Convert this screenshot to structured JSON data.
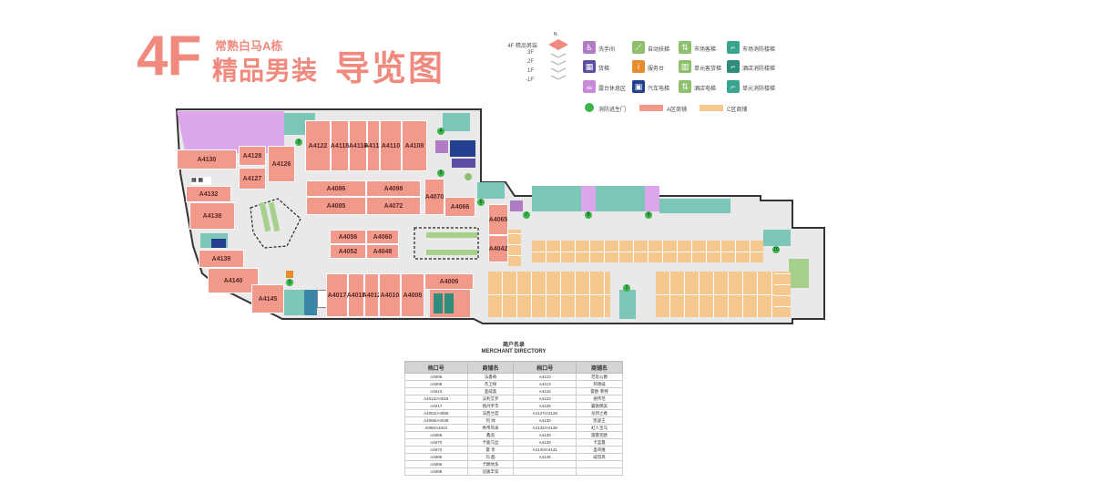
{
  "title": {
    "floor": "4F",
    "building": "常熟白马A栋",
    "category": "精品男装",
    "guide": "导览图"
  },
  "compass": "N",
  "floors": [
    "4F 精品男装",
    "3F",
    "2F",
    "1F",
    "-1F"
  ],
  "legend": {
    "items": [
      {
        "label": "洗手间",
        "icon": "restroom-icon",
        "color": "#b07cc6"
      },
      {
        "label": "自动扶梯",
        "icon": "escalator-icon",
        "color": "#8fc06d"
      },
      {
        "label": "市场客梯",
        "icon": "elevator-icon",
        "color": "#8fc06d"
      },
      {
        "label": "市场消防楼梯",
        "icon": "fire-stairs-icon",
        "color": "#3aa58f"
      },
      {
        "label": "货梯",
        "icon": "freight-elevator-icon",
        "color": "#5a4fa3"
      },
      {
        "label": "服务台",
        "icon": "service-desk-icon",
        "color": "#e98b2a"
      },
      {
        "label": "单元客货梯",
        "icon": "unit-elevator-icon",
        "color": "#8fc06d"
      },
      {
        "label": "酒店消防楼梯",
        "icon": "hotel-fire-stairs-icon",
        "color": "#2e8c7a"
      },
      {
        "label": "露台休息区",
        "icon": "terrace-icon",
        "color": "#c88ad8"
      },
      {
        "label": "汽车电梯",
        "icon": "car-elevator-icon",
        "color": "#23408e"
      },
      {
        "label": "酒店电梯",
        "icon": "hotel-elevator-icon",
        "color": "#8fc06d"
      },
      {
        "label": "单元消防楼梯",
        "icon": "unit-fire-stairs-icon",
        "color": "#3aa58f"
      }
    ],
    "zones": [
      {
        "label": "消防逃生门",
        "color": "#3bb44a"
      },
      {
        "label": "A区商铺",
        "color": "#f19a8c"
      },
      {
        "label": "C区商铺",
        "color": "#f5c98e"
      }
    ]
  },
  "map": {
    "shops": {
      "a4130": "A4130",
      "a4128": "A4128",
      "a4126": "A4126",
      "a4127": "A4127",
      "a4132": "A4132",
      "a4138": "A4138",
      "a4139": "A4139",
      "a4140": "A4140",
      "a4145": "A4145",
      "a4122": "A4122",
      "a4118": "A4118",
      "a4116": "A4116",
      "a4113": "A4113",
      "a4110": "A4110",
      "a4108": "A4108",
      "a4086": "A4086",
      "a4098": "A4098",
      "a4085": "A4085",
      "a4072": "A4072",
      "a4070": "A4070",
      "a4066": "A4066",
      "a4065": "A4065",
      "a4056": "A4056",
      "a4060": "A4060",
      "a4052": "A4052",
      "a4048": "A4048",
      "a4042": "A4042",
      "a4017": "A4017",
      "a4015": "A4015",
      "a4012": "A4012",
      "a4010": "A4010",
      "a4008": "A4008",
      "a4006": "A4006"
    },
    "exits": [
      "1",
      "2",
      "3",
      "4",
      "5",
      "6",
      "7",
      "8",
      "9",
      "10"
    ]
  },
  "directory": {
    "title": "商户名录",
    "subtitle": "MERCHANT DIRECTORY",
    "headers": [
      "档口号",
      "商铺名",
      "档口号",
      "商铺名"
    ],
    "rows": [
      [
        "A4006",
        "法曼奇",
        "A4110",
        "范思公爵"
      ],
      [
        "A4008",
        "杰卫保",
        "A4113",
        "邦德威"
      ],
      [
        "A4010",
        "圣威奥",
        "A4118",
        "雷欧·莱特"
      ],
      [
        "A4012/A4015",
        "法利艾罗",
        "A4122",
        "德传范"
      ],
      [
        "A4017",
        "铭丹宇丰",
        "A4126",
        "霸歌偶美"
      ],
      [
        "A4052/A4056",
        "法西兰度",
        "A4127/A4128",
        "龙邦之春"
      ],
      [
        "A4060/A4048",
        "何 帅",
        "A4130",
        "凯旋王"
      ],
      [
        "A065/A4042",
        "秀帝风采",
        "A4132/A4138",
        "虹人宝马"
      ],
      [
        "A4066",
        "鑫浩",
        "A4139",
        "雷霆克欧"
      ],
      [
        "A4070",
        "卡鹿乌丝",
        "A4139",
        "卡蓝曼"
      ],
      [
        "A4072",
        "雷 享",
        "A4140/A4141",
        "圣哥维"
      ],
      [
        "A4085",
        "玛 酷",
        "A4145",
        "威羽风"
      ],
      [
        "A4086",
        "卡朗地多",
        "",
        ""
      ],
      [
        "A4098",
        "冠骏丰穿",
        "",
        ""
      ]
    ]
  }
}
